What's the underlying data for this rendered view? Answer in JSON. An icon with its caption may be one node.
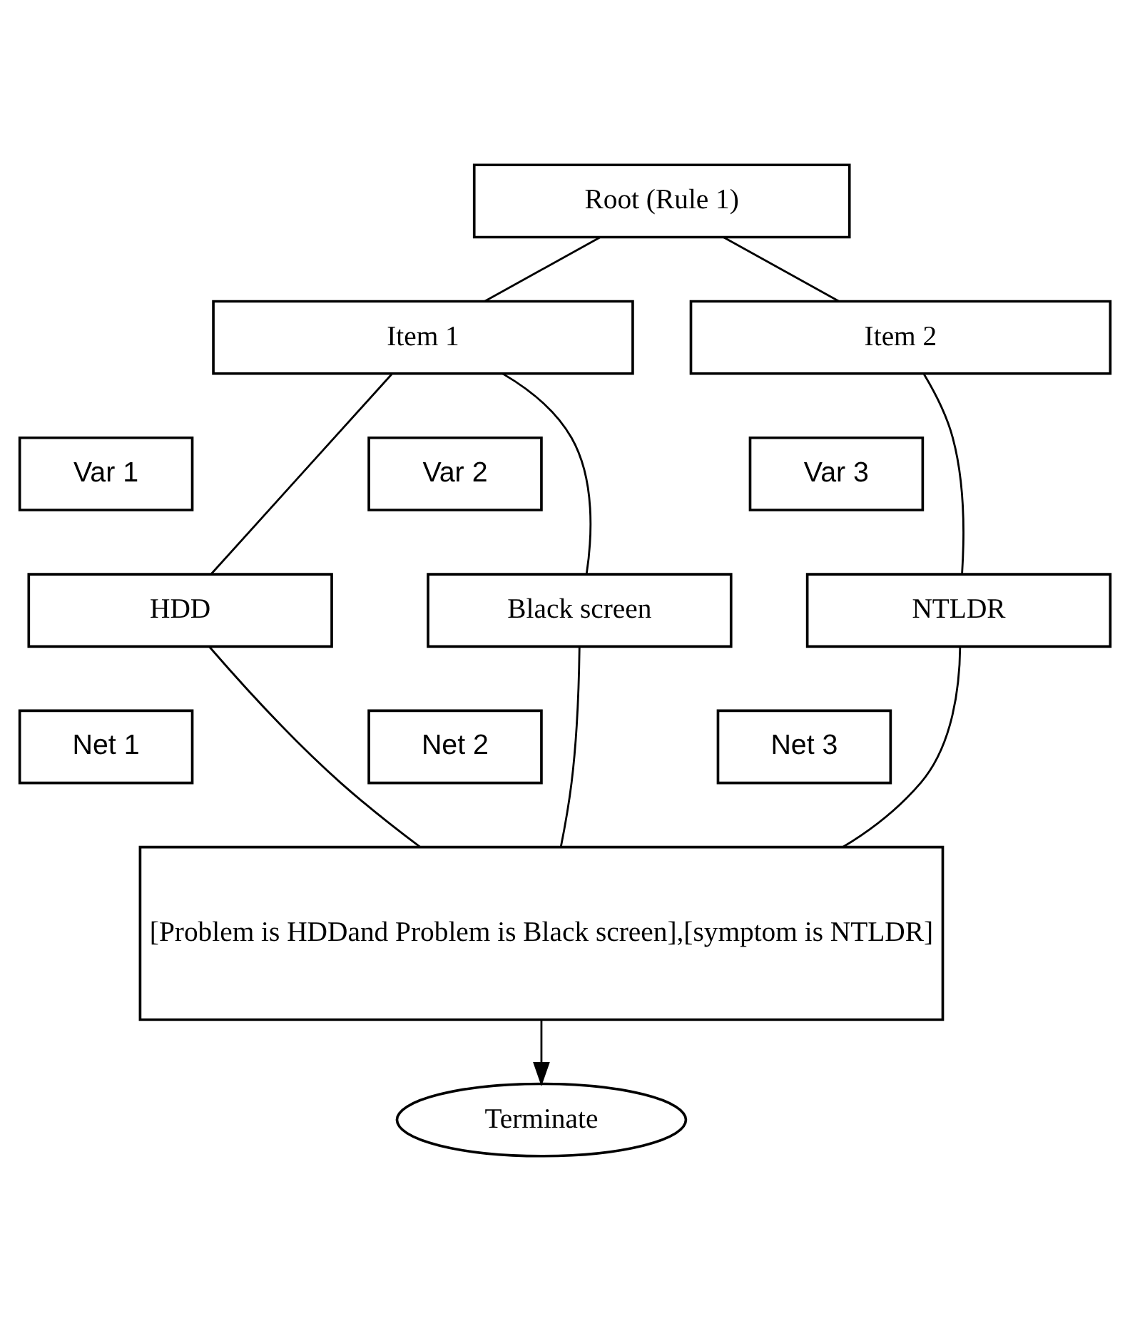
{
  "diagram": {
    "nodes": [
      {
        "text": [
          "Root (Rule 1)"
        ]
      },
      {
        "text": [
          "Item 1"
        ]
      },
      {
        "text": [
          "Item 2"
        ]
      },
      {
        "text": [
          "Var 1"
        ]
      },
      {
        "text": [
          "Var 2"
        ]
      },
      {
        "text": [
          "Var 3"
        ]
      },
      {
        "text": [
          "HDD"
        ]
      },
      {
        "text": [
          "Black screen"
        ]
      },
      {
        "text": [
          "NTLDR"
        ]
      },
      {
        "text": [
          "Net 1"
        ]
      },
      {
        "text": [
          "Net 2"
        ]
      },
      {
        "text": [
          "Net 3"
        ]
      },
      {
        "text": [
          "[Problem is HDDand Problem is Black screen],[symptom is NTLDR]"
        ]
      },
      {
        "text": [
          "Terminate"
        ]
      }
    ],
    "edges": [
      {
        "from": 0,
        "to": 1,
        "arrow": "none"
      },
      {
        "from": 0,
        "to": 2,
        "arrow": "none"
      },
      {
        "from": 1,
        "to": 6,
        "arrow": "none"
      },
      {
        "from": 1,
        "to": 7,
        "arrow": "none"
      },
      {
        "from": 2,
        "to": 8,
        "arrow": "none"
      },
      {
        "from": 6,
        "to": 12,
        "arrow": "none"
      },
      {
        "from": 7,
        "to": 12,
        "arrow": "none"
      },
      {
        "from": 8,
        "to": 12,
        "arrow": "none"
      },
      {
        "from": 12,
        "to": 13,
        "arrow": "to"
      }
    ]
  }
}
